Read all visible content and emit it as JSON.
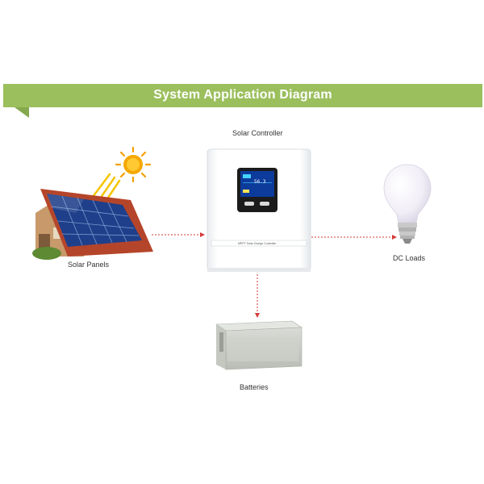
{
  "banner": {
    "title": "System Application Diagram"
  },
  "labels": {
    "controller": "Solar Controller",
    "panels": "Solar Panels",
    "loads": "DC Loads",
    "batteries": "Batteries",
    "controller_strip": "MPPT Solar Charge Controller",
    "lcd_value": "56.3"
  },
  "colors": {
    "banner": "#9bbf5d",
    "connector": "#d63a3a"
  }
}
